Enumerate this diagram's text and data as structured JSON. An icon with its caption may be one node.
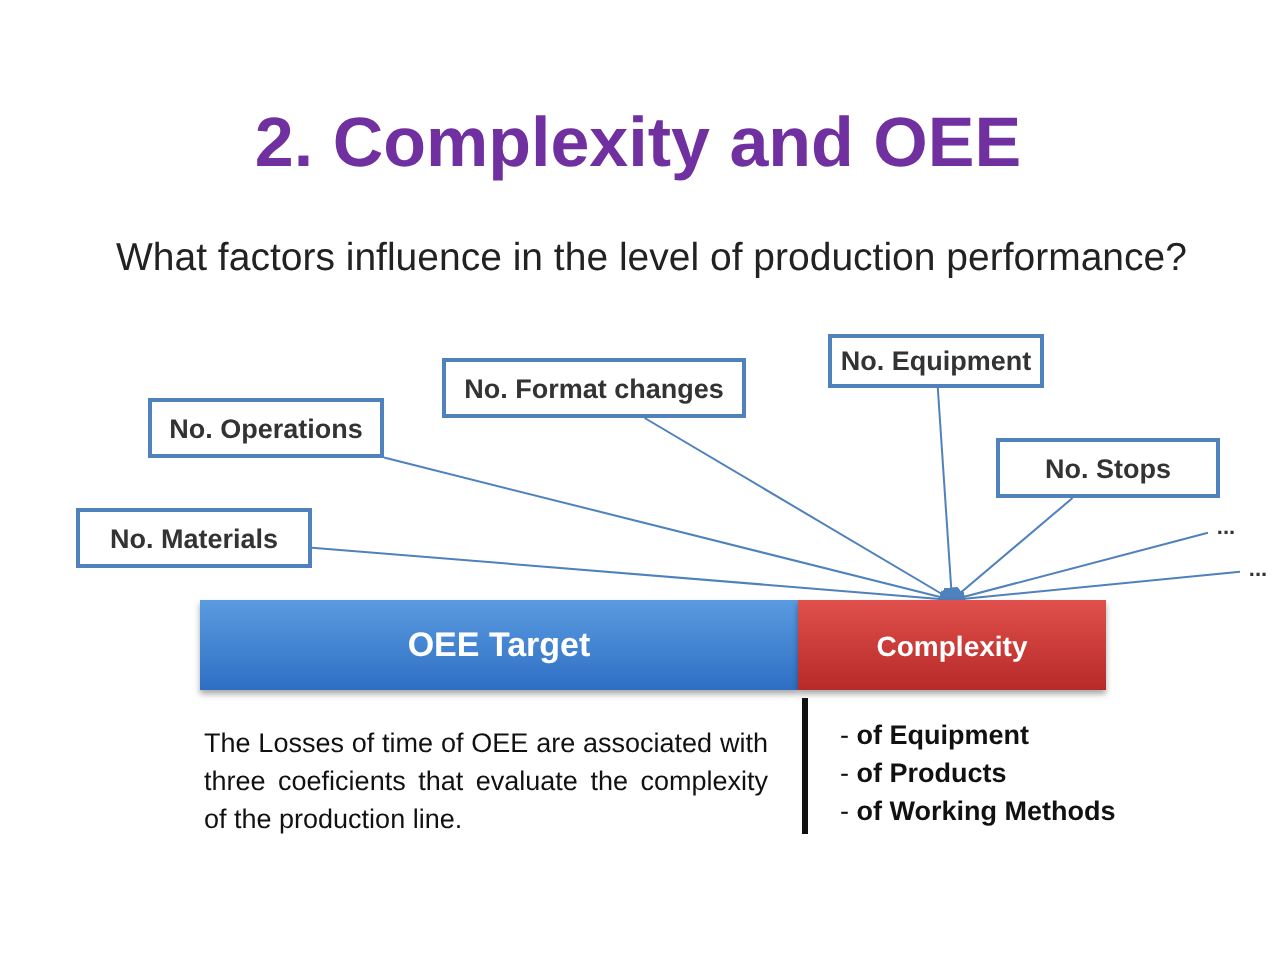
{
  "diagram": {
    "title": "2. Complexity and OEE",
    "nodes": [
      {
        "text": [
          "No. Equipment"
        ]
      },
      {
        "text": [
          "No. Format changes"
        ]
      },
      {
        "text": [
          "No. Operations"
        ]
      },
      {
        "text": [
          "No. Stops"
        ]
      },
      {
        "text": [
          "No. Materials"
        ]
      },
      {
        "text": [
          "..."
        ]
      },
      {
        "text": [
          "..."
        ]
      },
      {
        "text": [
          "OEE Target"
        ]
      },
      {
        "text": [
          "Complexity"
        ]
      }
    ],
    "edges": [
      {
        "from": 0,
        "to": 8,
        "arrow": "to"
      },
      {
        "from": 1,
        "to": 8,
        "arrow": "to"
      },
      {
        "from": 2,
        "to": 8,
        "arrow": "to"
      },
      {
        "from": 3,
        "to": 8,
        "arrow": "to"
      },
      {
        "from": 4,
        "to": 8,
        "arrow": "to"
      },
      {
        "from": 5,
        "to": 8,
        "arrow": "to"
      },
      {
        "from": 6,
        "to": 8,
        "arrow": "to"
      }
    ],
    "labels": [
      "What factors influence in the level of production performance?",
      "The Losses of time of OEE are associated with three coeficients that evaluate the complexity of the production line.",
      "- **of Equipment**",
      "- **of Products**",
      "- **of Working Methods**"
    ]
  }
}
